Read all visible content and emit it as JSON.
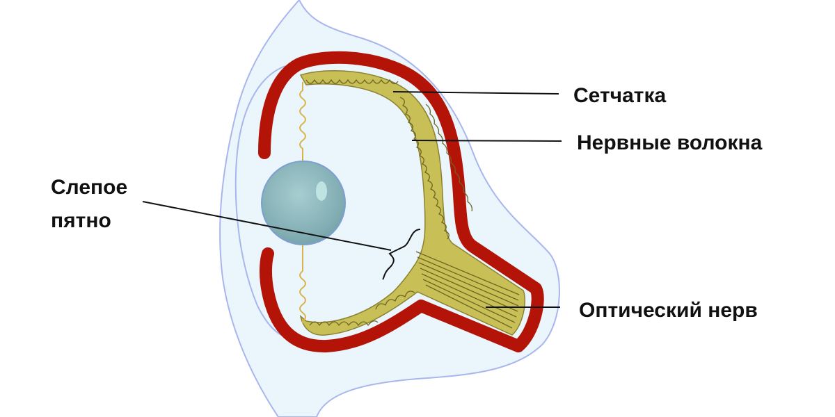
{
  "labels": {
    "retina": "Сетчатка",
    "nerve_fibers": "Нервные волокна",
    "blind_spot_line1": "Слепое",
    "blind_spot_line2": "пятно",
    "optic_nerve": "Оптический нерв"
  },
  "colors": {
    "body_fill": "#eaf5fc",
    "body_outline": "#a9b6ee",
    "sclera": "#b41408",
    "retina_fill": "#c8c057",
    "fiber_stroke": "#6e6522",
    "lens": "#82aeb4",
    "leader_line": "#111111",
    "zonule": "#d9b24a"
  }
}
